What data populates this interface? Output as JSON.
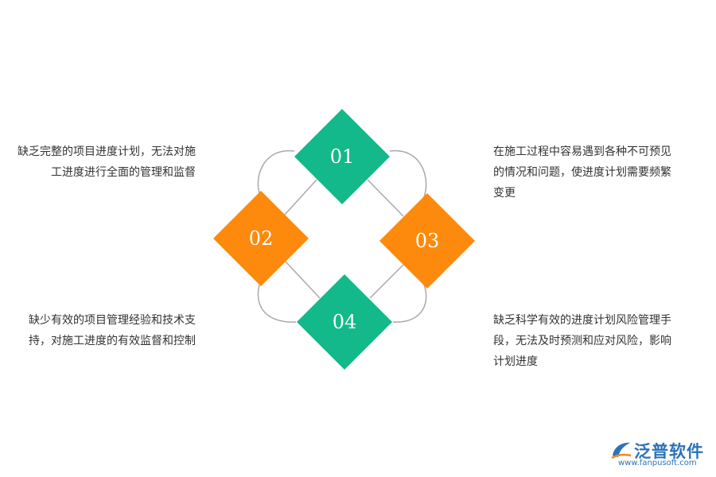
{
  "items": [
    {
      "num": "01",
      "text": "缺乏完整的项目进度计划，无法对施工进度进行全面的管理和监督"
    },
    {
      "num": "02",
      "text": "缺少有效的项目管理经验和技术支持，对施工进度的有效监督和控制"
    },
    {
      "num": "03",
      "text": "在施工过程中容易遇到各种不可预见的情况和问题，使进度计划需要频繁变更"
    },
    {
      "num": "04",
      "text": "缺乏科学有效的进度计划风险管理手段，无法及时预测和应对风险，影响计划进度"
    }
  ],
  "logo": {
    "name": "泛普软件",
    "url": "www.fanpusoft.com"
  },
  "colors": {
    "green": "#13b98a",
    "orange": "#fd8a0c",
    "line": "#a9a9a9",
    "logo": "#2c72b9"
  }
}
